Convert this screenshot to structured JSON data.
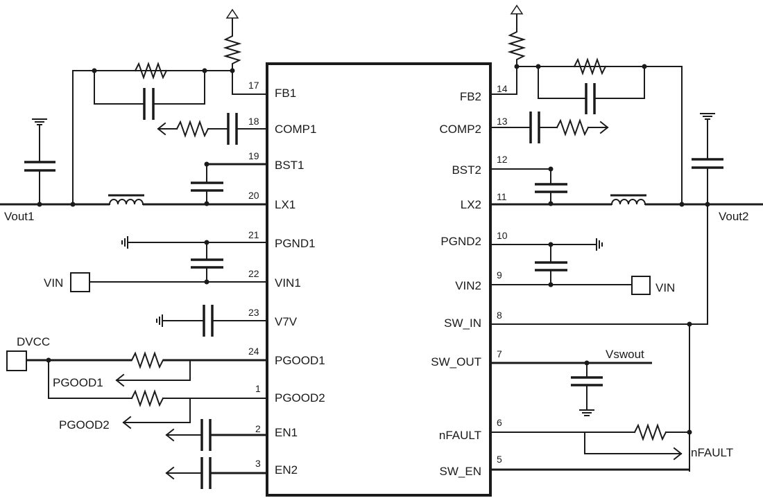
{
  "ic": {
    "left_pins": [
      {
        "name": "FB1",
        "num": "17"
      },
      {
        "name": "COMP1",
        "num": "18"
      },
      {
        "name": "BST1",
        "num": "19"
      },
      {
        "name": "LX1",
        "num": "20"
      },
      {
        "name": "PGND1",
        "num": "21"
      },
      {
        "name": "VIN1",
        "num": "22"
      },
      {
        "name": "V7V",
        "num": "23"
      },
      {
        "name": "PGOOD1",
        "num": "24"
      },
      {
        "name": "PGOOD2",
        "num": "1"
      },
      {
        "name": "EN1",
        "num": "2"
      },
      {
        "name": "EN2",
        "num": "3"
      }
    ],
    "right_pins": [
      {
        "name": "FB2",
        "num": "14"
      },
      {
        "name": "COMP2",
        "num": "13"
      },
      {
        "name": "BST2",
        "num": "12"
      },
      {
        "name": "LX2",
        "num": "11"
      },
      {
        "name": "PGND2",
        "num": "10"
      },
      {
        "name": "VIN2",
        "num": "9"
      },
      {
        "name": "SW_IN",
        "num": "8"
      },
      {
        "name": "SW_OUT",
        "num": "7"
      },
      {
        "name": "nFAULT",
        "num": "6"
      },
      {
        "name": "SW_EN",
        "num": "5"
      }
    ]
  },
  "nets": {
    "vout1": "Vout1",
    "vout2": "Vout2",
    "vin_left": "VIN",
    "vin_right": "VIN",
    "dvcc": "DVCC",
    "pgood1": "PGOOD1",
    "pgood2": "PGOOD2",
    "vswout": "Vswout",
    "nfault": "nFAULT"
  }
}
